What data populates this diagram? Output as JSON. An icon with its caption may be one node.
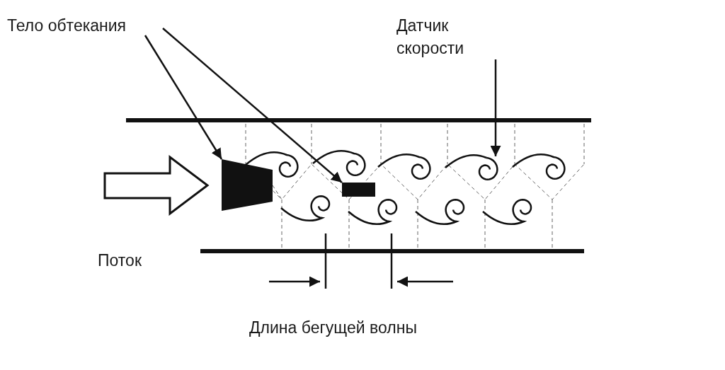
{
  "diagram": {
    "nodes": [
      {
        "text": [
          "Тело обтекания"
        ]
      },
      {
        "text": [
          "Датчик скорости"
        ]
      },
      {
        "text": [],
        "shape": "trapezoid"
      },
      {
        "text": [],
        "shape": "bar"
      },
      {
        "text": [],
        "shape": "spiral"
      }
    ],
    "edges": [
      {
        "from": 0,
        "to": 2,
        "arrow": "to"
      },
      {
        "from": 0,
        "to": 3,
        "arrow": "to"
      },
      {
        "from": 1,
        "to": 4,
        "arrow": "to"
      }
    ],
    "labels": [
      "Поток",
      "Длина бегущей волны"
    ]
  }
}
